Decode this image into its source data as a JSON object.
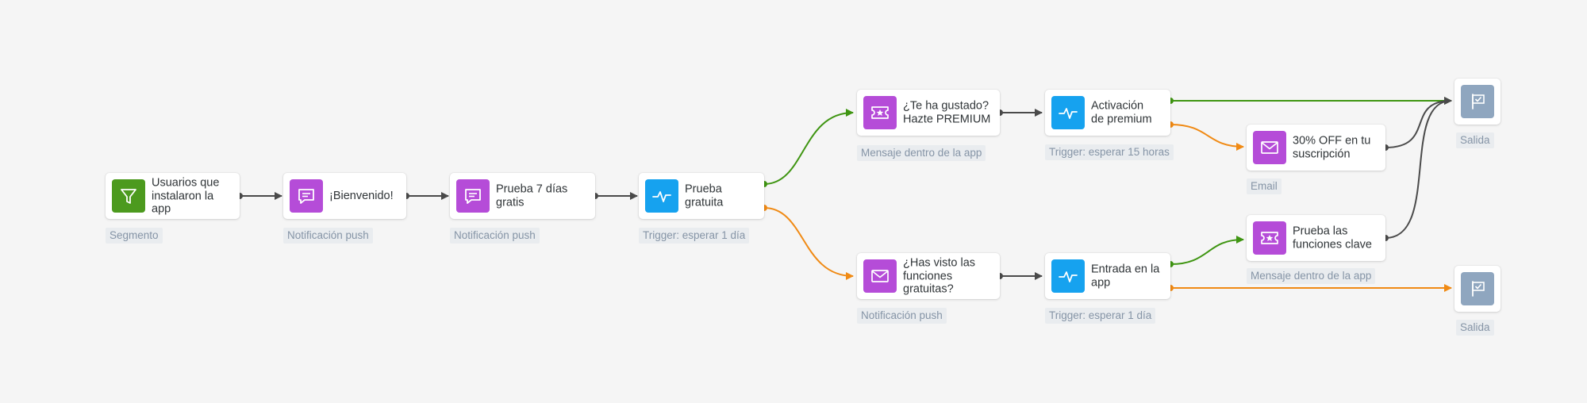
{
  "colors": {
    "segment": "#4c9a1e",
    "message": "#b54cd8",
    "trigger": "#16a2ef",
    "exit": "#8fa6bf",
    "yes_edge": "#3f9512",
    "no_edge": "#f08a14",
    "edge": "#4a4a4a"
  },
  "nodes": {
    "segment": {
      "title": "Usuarios que\ninstalaron la\napp",
      "label": "Segmento",
      "icon": "filter-icon"
    },
    "welcome": {
      "title": "¡Bienvenido!",
      "label": "Notificación push",
      "icon": "chat-icon"
    },
    "trial_push": {
      "title": "Prueba 7 días\ngratis",
      "label": "Notificación push",
      "icon": "chat-icon"
    },
    "trial_trigger": {
      "title": "Prueba\ngratuita",
      "label": "Trigger: esperar 1 día",
      "icon": "pulse-icon"
    },
    "liked": {
      "title": "¿Te ha gustado?\nHazte PREMIUM",
      "label": "Mensaje dentro de la app",
      "icon": "ticket-icon"
    },
    "features_push": {
      "title": "¿Has visto las\nfunciones\ngratuitas?",
      "label": "Notificación push",
      "icon": "envelope-icon"
    },
    "premium_trigger": {
      "title": "Activación\nde premium",
      "label": "Trigger: esperar 15 horas",
      "icon": "pulse-icon"
    },
    "app_trigger": {
      "title": "Entrada en la\napp",
      "label": "Trigger: esperar 1 día",
      "icon": "pulse-icon"
    },
    "discount": {
      "title": "30% OFF en tu\nsuscripción",
      "label": "Email",
      "icon": "envelope-icon"
    },
    "key_features": {
      "title": "Prueba las\nfunciones clave",
      "label": "Mensaje dentro de la app",
      "icon": "ticket-icon"
    }
  },
  "exits": {
    "exit_top": {
      "label": "Salida",
      "icon": "exit-flag-icon"
    },
    "exit_bottom": {
      "label": "Salida",
      "icon": "exit-flag-icon"
    }
  }
}
